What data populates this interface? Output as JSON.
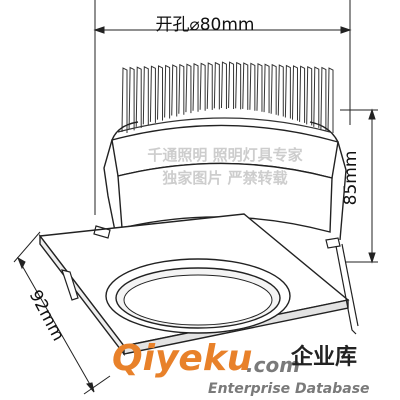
{
  "dimensions": {
    "top": "开孔⌀80mm",
    "side": "85mm",
    "diagonal": "92mm"
  },
  "watermark": {
    "line1": "千通照明 照明灯具专家",
    "line2": "独家图片 严禁转载"
  },
  "logo": {
    "text": "Qiyeku",
    "suffix": ".com",
    "cn": "企业库",
    "tagline": "Enterprise Database",
    "colors": {
      "orange": "#e8812a",
      "gray": "#7a7a7a",
      "red": "#d8232a"
    }
  }
}
